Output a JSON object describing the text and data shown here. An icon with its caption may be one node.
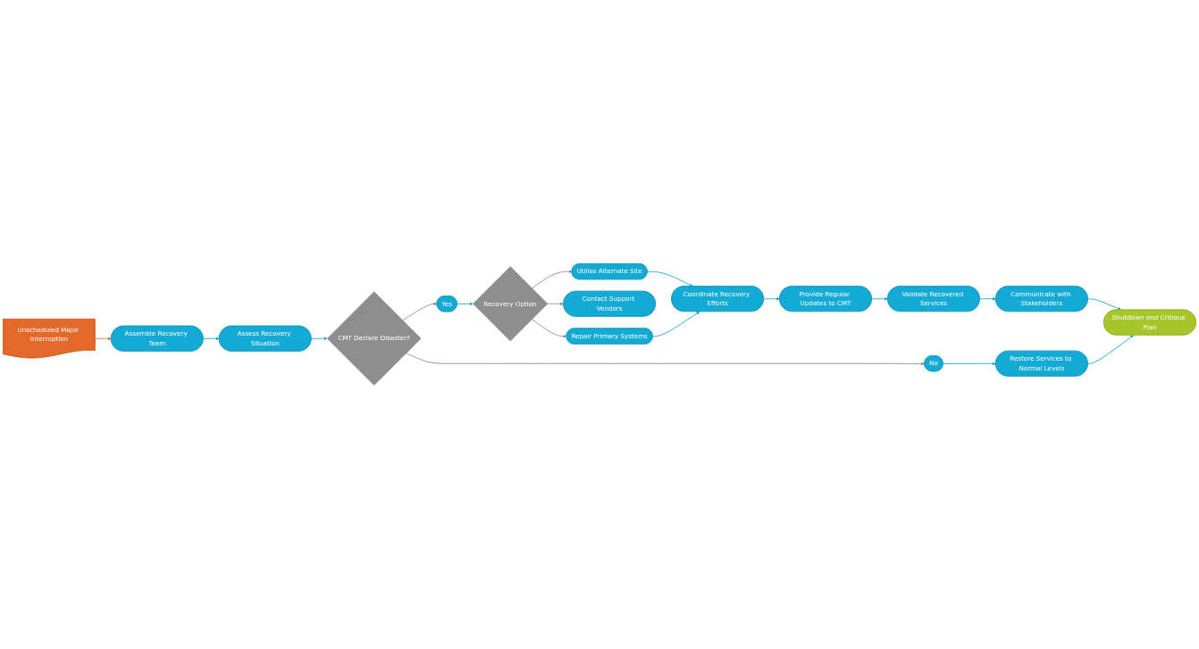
{
  "diagram": {
    "nodes": [
      {
        "text": [
          "Unscheduled Major Interruption"
        ]
      },
      {
        "text": [
          "Assemble Recovery Team"
        ]
      },
      {
        "text": [
          "Assess Recovery Situation"
        ]
      },
      {
        "text": [
          "CMT Declare Disaster?"
        ]
      },
      {
        "text": [
          "Yes"
        ]
      },
      {
        "text": [
          "No"
        ]
      },
      {
        "text": [
          "Utilise Alternate Site"
        ]
      },
      {
        "text": [
          "Contact Support Vendors"
        ]
      },
      {
        "text": [
          "Recovery Option"
        ]
      },
      {
        "text": [
          "Coordinate Recovery Efforts"
        ]
      },
      {
        "text": [
          "Repair Primary Systems"
        ]
      },
      {
        "text": [
          "Provide Regular Updates to CMT"
        ]
      },
      {
        "text": [
          "Validate Recovered Services"
        ]
      },
      {
        "text": [
          "Communicate with Stakeholders"
        ]
      },
      {
        "text": [
          "Restore Services to Normal Levels"
        ]
      },
      {
        "text": [
          "Shutdown and Critique Plan"
        ]
      }
    ],
    "edges": [
      {
        "from": 0,
        "to": 1,
        "arrow": "to",
        "color": "#e26b25"
      },
      {
        "from": 1,
        "to": 2,
        "arrow": "to"
      },
      {
        "from": 2,
        "to": 3,
        "arrow": "to"
      },
      {
        "from": 3,
        "to": 4,
        "arrow": "to",
        "color": "#8c8c8c"
      },
      {
        "from": 3,
        "to": 5,
        "arrow": "to",
        "color": "#8c8c8c"
      },
      {
        "from": 4,
        "to": 8,
        "arrow": "to"
      },
      {
        "from": 8,
        "to": 6,
        "arrow": "to",
        "color": "#8c8c8c"
      },
      {
        "from": 8,
        "to": 7,
        "arrow": "to",
        "color": "#8c8c8c"
      },
      {
        "from": 8,
        "to": 10,
        "arrow": "to",
        "color": "#8c8c8c"
      },
      {
        "from": 6,
        "to": 9,
        "arrow": "to"
      },
      {
        "from": 10,
        "to": 9,
        "arrow": "to"
      },
      {
        "from": 9,
        "to": 11,
        "arrow": "to"
      },
      {
        "from": 11,
        "to": 12,
        "arrow": "to"
      },
      {
        "from": 12,
        "to": 13,
        "arrow": "to"
      },
      {
        "from": 13,
        "to": 15,
        "arrow": "to"
      },
      {
        "from": 5,
        "to": 14,
        "arrow": "to"
      },
      {
        "from": 14,
        "to": 15,
        "arrow": "to"
      }
    ]
  }
}
